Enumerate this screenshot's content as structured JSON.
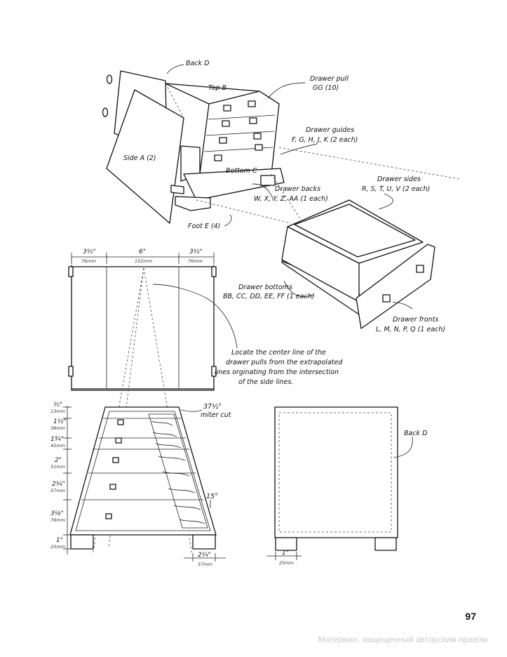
{
  "labels": {
    "back_d_top": "Back D",
    "top_b": "Top B",
    "drawer_pull": "Drawer pull",
    "drawer_pull_code": "GG (10)",
    "drawer_guides": "Drawer guides",
    "drawer_guides_codes": "F, G, H, J, K (2 each)",
    "side_a": "Side A (2)",
    "bottom_c": "Bottom C",
    "drawer_sides": "Drawer sides",
    "drawer_sides_codes": "R, S, T, U, V (2 each)",
    "drawer_backs": "Drawer backs",
    "drawer_backs_codes": "W, X, Y, Z, AA (1 each)",
    "foot_e": "Foot E (4)",
    "drawer_bottoms": "Drawer bottoms",
    "drawer_bottoms_codes": "BB, CC, DD, EE, FF (1 each)",
    "drawer_fronts": "Drawer fronts",
    "drawer_fronts_codes": "L, M, N, P, Q (1 each)",
    "note_line1": "Locate the center line of the",
    "note_line2": "drawer pulls from the extrapolated",
    "note_line3": "lines orginating from the intersection",
    "note_line4": "of the side lines.",
    "miter_angle": "37½°",
    "miter_cut": "miter cut",
    "angle_15": "15°",
    "back_d_elev": "Back D"
  },
  "dimensions": {
    "top_left": "3½\"",
    "top_left_mm": "76mm",
    "top_mid": "6\"",
    "top_mid_mm": "152mm",
    "top_right": "3½\"",
    "top_right_mm": "76mm",
    "d1": "½\"",
    "d1_mm": "13mm",
    "d2": "1½\"",
    "d2_mm": "38mm",
    "d3": "1¾\"",
    "d3_mm": "45mm",
    "d4": "2\"",
    "d4_mm": "51mm",
    "d5": "2¼\"",
    "d5_mm": "57mm",
    "d6": "3⅛\"",
    "d6_mm": "79mm",
    "d7": "1\"",
    "d7_mm": "25mm",
    "foot_w": "2¼\"",
    "foot_w_mm": "57mm",
    "back_foot": "1\"",
    "back_foot_mm": "25mm"
  },
  "footer": {
    "page_number": "97",
    "watermark": "Материал, защищенный авторским правом"
  }
}
